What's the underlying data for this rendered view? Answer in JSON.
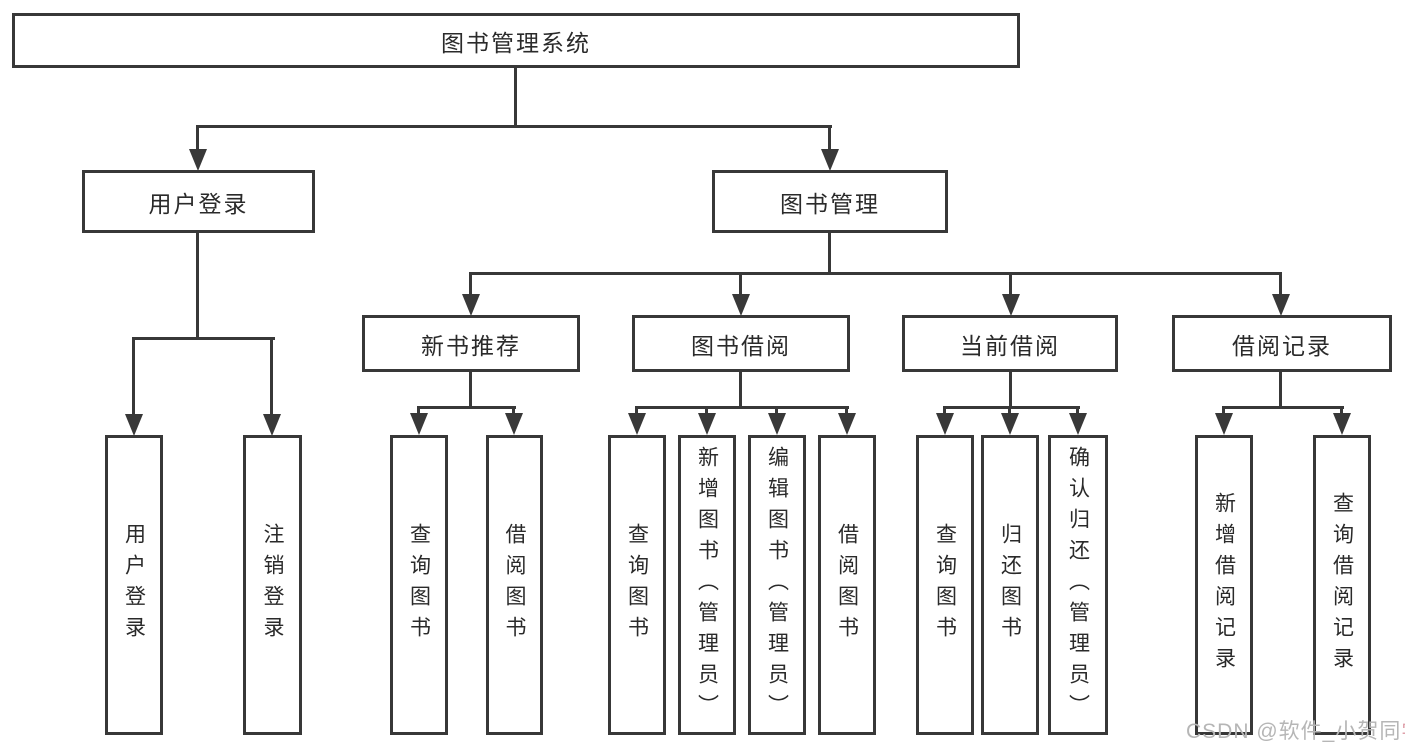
{
  "tree": {
    "root": {
      "label": "图书管理系统"
    },
    "user_login": {
      "label": "用户登录",
      "children": [
        {
          "label": "用户登录"
        },
        {
          "label": "注销登录"
        }
      ]
    },
    "book_mgmt": {
      "label": "图书管理",
      "children": [
        {
          "label": "新书推荐",
          "children": [
            {
              "label": "查询图书"
            },
            {
              "label": "借阅图书"
            }
          ]
        },
        {
          "label": "图书借阅",
          "children": [
            {
              "label": "查询图书"
            },
            {
              "label": "新增图书（管理员）"
            },
            {
              "label": "编辑图书（管理员）"
            },
            {
              "label": "借阅图书"
            }
          ]
        },
        {
          "label": "当前借阅",
          "children": [
            {
              "label": "查询图书"
            },
            {
              "label": "归还图书"
            },
            {
              "label": "确认归还（管理员）"
            }
          ]
        },
        {
          "label": "借阅记录",
          "children": [
            {
              "label": "新增借阅记录"
            },
            {
              "label": "查询借阅记录"
            }
          ]
        }
      ]
    }
  },
  "watermark": {
    "prefix": "CSDN @软件_小贺同",
    "accent": "学"
  },
  "colors": {
    "line": "#383838",
    "text": "#2a2a2a",
    "background": "#ffffff",
    "watermark": "#b6b6b6",
    "watermark_accent": "#dfa0aa"
  }
}
